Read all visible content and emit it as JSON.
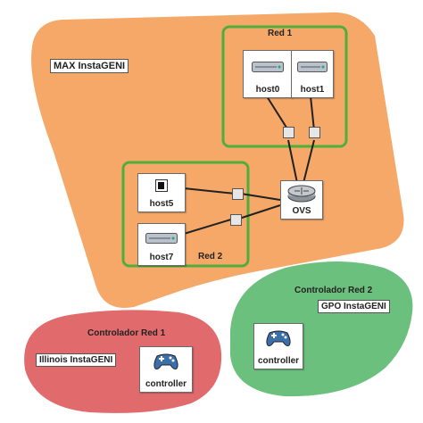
{
  "regions": {
    "max_site": {
      "label": "MAX InstaGENI",
      "color": "#f6a868"
    },
    "gpo_site": {
      "label": "GPO InstaGENI",
      "title": "Controlador Red 2",
      "color": "#6cc07e"
    },
    "illinois_site": {
      "label": "Illinois InstaGENI",
      "title": "Controlador Red 1",
      "color": "#e06a6c"
    }
  },
  "networks": {
    "red1": {
      "label": "Red 1",
      "border_color": "#4fae3c"
    },
    "red2": {
      "label": "Red 2",
      "border_color": "#4fae3c"
    }
  },
  "nodes": {
    "host0": {
      "label": "host0",
      "icon": "server-icon"
    },
    "host1": {
      "label": "host1",
      "icon": "server-icon"
    },
    "host5": {
      "label": "host5",
      "icon": "box-icon"
    },
    "host7": {
      "label": "host7",
      "icon": "server-icon"
    },
    "ovs": {
      "label": "OVS",
      "icon": "router-icon"
    },
    "controller1": {
      "label": "controller",
      "icon": "gamepad-icon"
    },
    "controller2": {
      "label": "controller",
      "icon": "gamepad-icon"
    }
  },
  "colors": {
    "link": "#222222"
  }
}
